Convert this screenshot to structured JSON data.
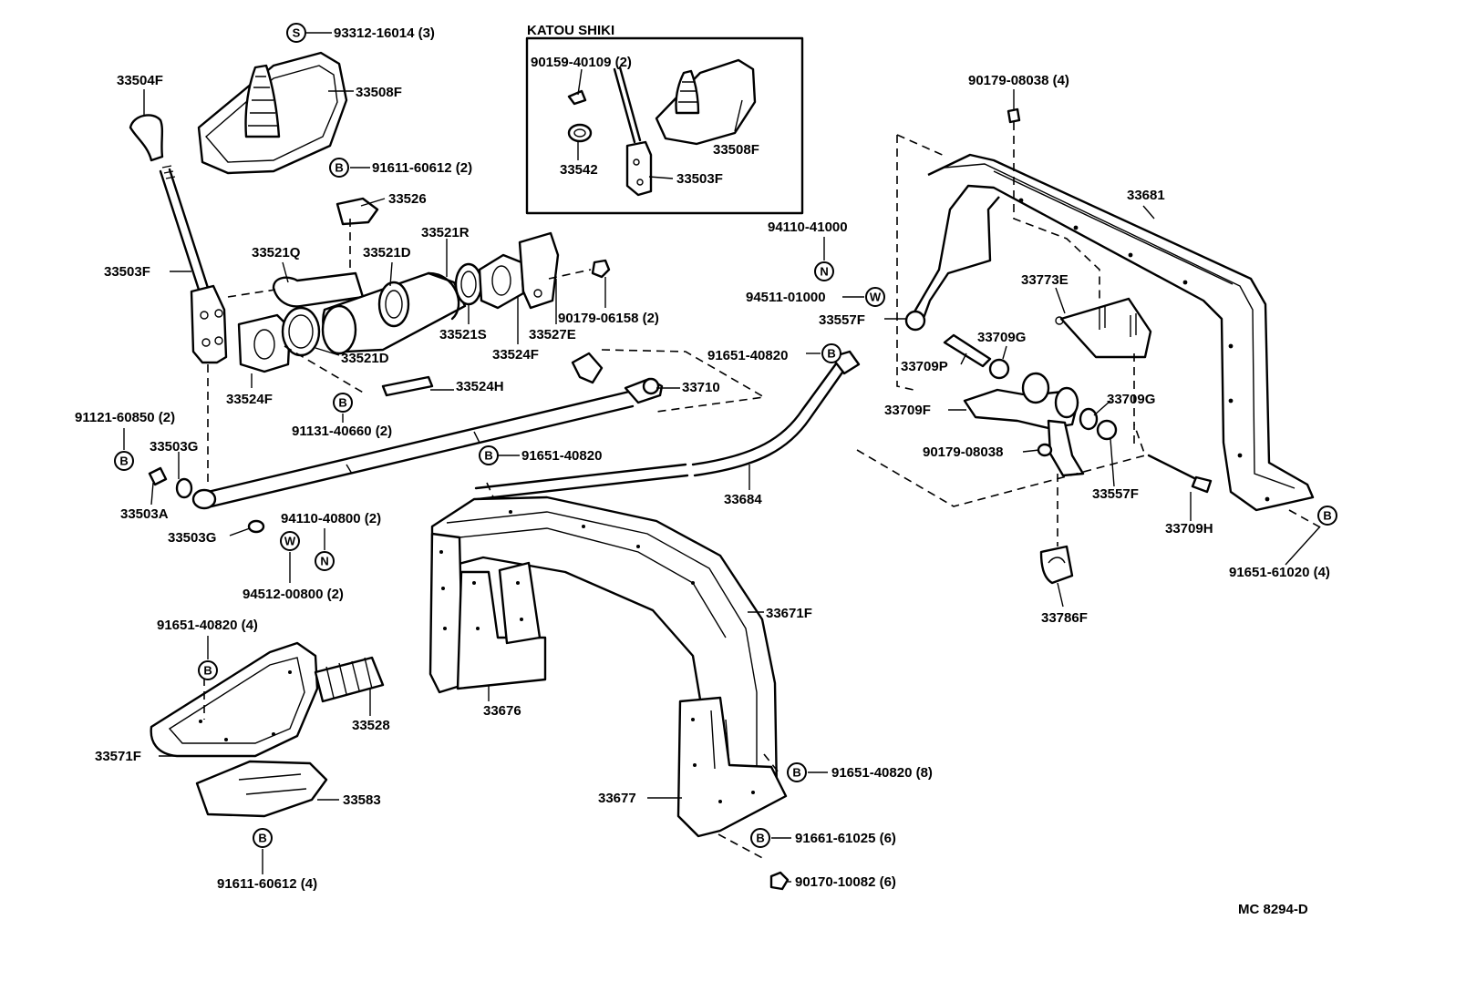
{
  "inset_title": "KATOU SHIKI",
  "diagram_code": "MC 8294-D",
  "fastener_symbols": {
    "bolt": "B",
    "stud": "S",
    "nut": "N",
    "washer": "W"
  },
  "callouts": {
    "c93312": "93312-16014 (3)",
    "c33504F": "33504F",
    "c33508F": "33508F",
    "c91611a": "91611-60612 (2)",
    "c33526": "33526",
    "c33521R": "33521R",
    "c33521Q": "33521Q",
    "c33521D_a": "33521D",
    "c33503F": "33503F",
    "c90179_06158": "90179-06158 (2)",
    "c33521S": "33521S",
    "c33527E": "33527E",
    "c33524F_a": "33524F",
    "c33521D_b": "33521D",
    "c33524F_b": "33524F",
    "c33524H": "33524H",
    "c91131": "91131-40660 (2)",
    "c33710": "33710",
    "c91121": "91121-60850 (2)",
    "c33503G_a": "33503G",
    "c33503A": "33503A",
    "c33503G_b": "33503G",
    "c94110_40800": "94110-40800 (2)",
    "c94512": "94512-00800 (2)",
    "c91651_40820_mid": "91651-40820",
    "c91651_40820_top": "91651-40820",
    "c33684": "33684",
    "c91651_40820_4": "91651-40820 (4)",
    "c33528": "33528",
    "c33571F": "33571F",
    "c33583": "33583",
    "c91611b": "91611-60612 (4)",
    "c33676": "33676",
    "c33671F": "33671F",
    "c33677": "33677",
    "c91651_40820_8": "91651-40820 (8)",
    "c91661": "91661-61025 (6)",
    "c90170": "90170-10082 (6)",
    "c90159": "90159-40109 (2)",
    "c33542": "33542",
    "c33508F_inset": "33508F",
    "c33503F_inset": "33503F",
    "c94110_41000": "94110-41000",
    "c94511": "94511-01000",
    "c33557F_a": "33557F",
    "c90179_08038_top": "90179-08038 (4)",
    "c33681": "33681",
    "c33773E": "33773E",
    "c33709G_a": "33709G",
    "c33709P": "33709P",
    "c33709F": "33709F",
    "c33709G_b": "33709G",
    "c90179_08038": "90179-08038",
    "c33557F_b": "33557F",
    "c33709H": "33709H",
    "c91651_61020": "91651-61020 (4)",
    "c33786F": "33786F"
  }
}
